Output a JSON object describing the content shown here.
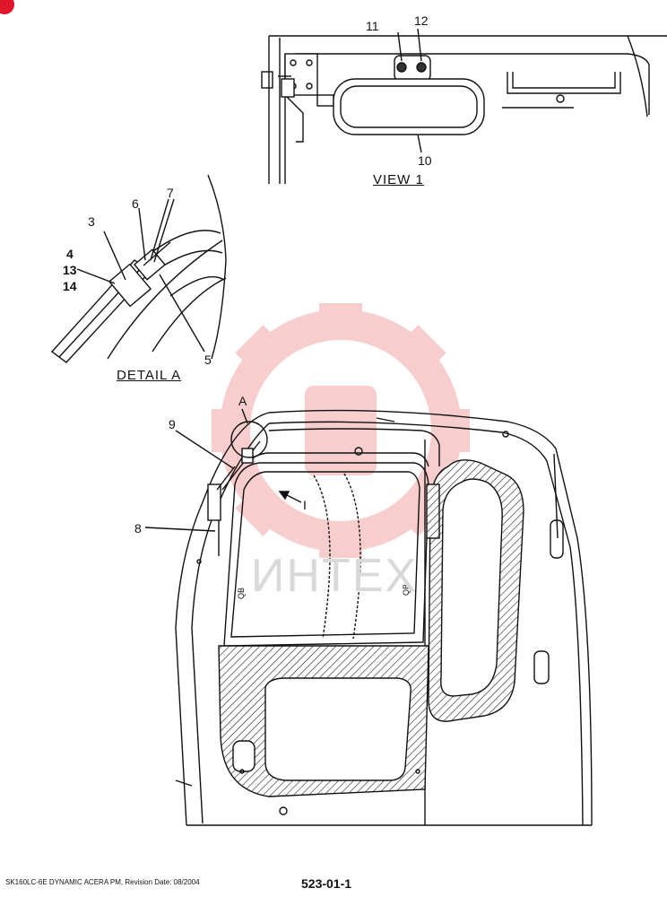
{
  "page_code": "523-01-1",
  "footer_text": "SK160LC-6E DYNAMIC ACERA PM, Revision Date: 08/2004",
  "watermark_text": "ИНТЕХ",
  "colors": {
    "watermark_gear": "#f7c8c8",
    "watermark_text": "#d9d9d9",
    "corner_mark": "#e0162b"
  },
  "view_title": "VIEW  1",
  "detail_title": "DETAIL  A",
  "callouts": {
    "p3": "3",
    "p4": "4",
    "p5": "5",
    "p6": "6",
    "p7": "7",
    "p8": "8",
    "p9": "9",
    "p10": "10",
    "p11": "11",
    "p12": "12",
    "p13": "13",
    "p14": "14",
    "detail_ref": "A",
    "view_ref": "I"
  }
}
